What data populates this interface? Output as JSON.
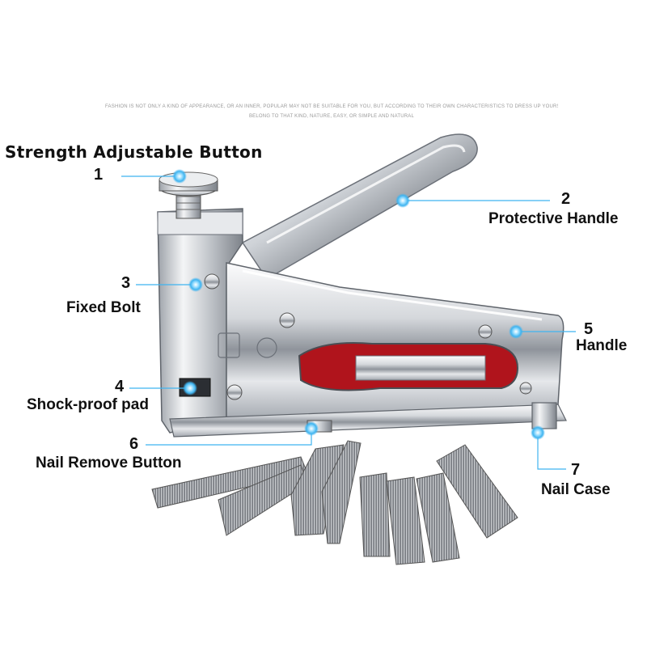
{
  "tagline": {
    "line1": "FASHION IS NOT ONLY A KIND OF APPEARANCE, OR AN INNER, POPULAR MAY NOT BE SUITABLE FOR YOU, BUT ACCORDING TO THEIR OWN CHARACTERISTICS TO DRESS UP YOURSELF, YOU",
    "line2": "BELONG TO THAT KIND, NATURE, EASY, OR SIMPLE AND NATURAL"
  },
  "title": "Strength Adjustable Button",
  "callouts": [
    {
      "number": "1",
      "label": ""
    },
    {
      "number": "2",
      "label": "Protective Handle"
    },
    {
      "number": "3",
      "label": "Fixed Bolt"
    },
    {
      "number": "4",
      "label": "Shock-proof pad"
    },
    {
      "number": "5",
      "label": "Handle"
    },
    {
      "number": "6",
      "label": "Nail Remove Button"
    },
    {
      "number": "7",
      "label": "Nail Case"
    }
  ],
  "colors": {
    "marker": "#3fb4f0",
    "leader": "#3fb4f0",
    "metal_light": "#f2f2f4",
    "metal_mid": "#b8bcc2",
    "metal_dark": "#6b7078",
    "grip_red": "#b0141c",
    "text": "#111111"
  },
  "icons": {
    "marker": "glowing-dot-marker",
    "product": "staple-gun",
    "accessory": "staple-strips"
  }
}
